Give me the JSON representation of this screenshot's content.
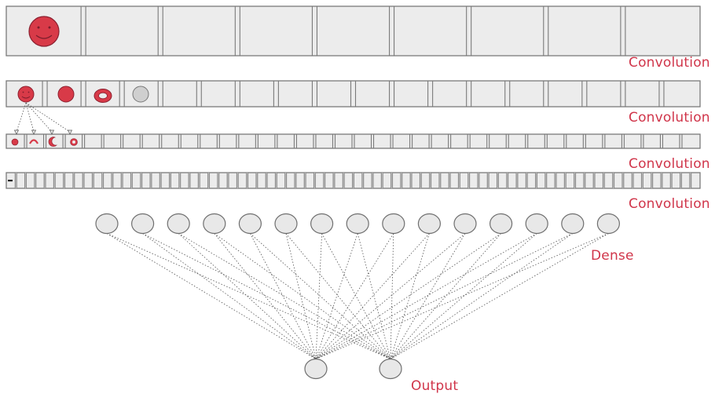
{
  "labels": {
    "conv1": "Convolution",
    "conv2": "Convolution",
    "conv3": "Convolution",
    "conv4": "Convolution",
    "dense": "Dense",
    "output": "Output"
  },
  "colors": {
    "accent": "#d0354a",
    "cell_fill": "#ececec",
    "cell_border": "#7a7a7a",
    "node_fill": "#e8e8e8",
    "feature_fill": "#d83a48"
  },
  "conv_layers": [
    {
      "name": "convolution-layer-1",
      "cell_count": 9,
      "features": [
        "smiley-face"
      ]
    },
    {
      "name": "convolution-layer-2",
      "cell_count": 18,
      "features": [
        "small-smiley",
        "red-circle",
        "red-ring",
        "gray-circle"
      ]
    },
    {
      "name": "convolution-layer-3",
      "cell_count": 36,
      "features": [
        "red-dot",
        "arc-up",
        "crescent",
        "small-ring"
      ]
    },
    {
      "name": "convolution-layer-4",
      "cell_count": 72,
      "features": [
        "dash-mark"
      ]
    }
  ],
  "dense_layer": {
    "node_count": 15
  },
  "output_layer": {
    "node_count": 2
  }
}
